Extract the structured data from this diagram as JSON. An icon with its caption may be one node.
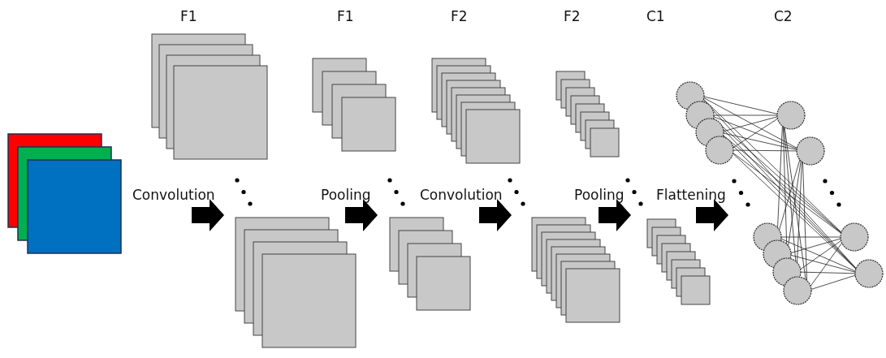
{
  "diagram": {
    "labels": [
      "F1",
      "F1",
      "F2",
      "F2",
      "C1",
      "C2",
      "Convolution",
      "Pooling",
      "Convolution",
      "Pooling",
      "Flattening"
    ]
  }
}
